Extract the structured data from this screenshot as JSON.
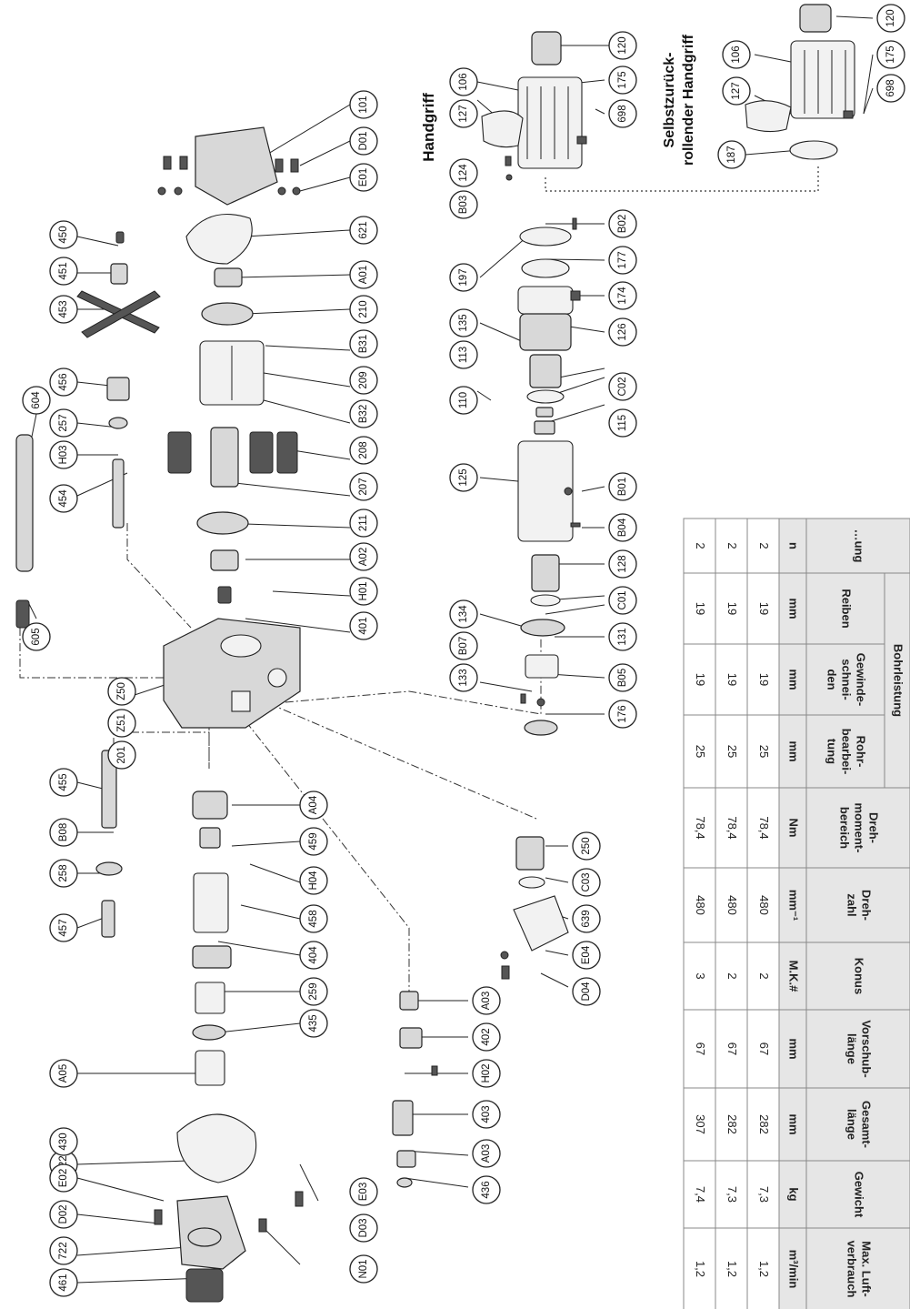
{
  "labels": {
    "handgriff": "Handgriff",
    "selbst_line1": "Selbstzurück-",
    "selbst_line2": "rollender Handgriff"
  },
  "bubbles": [
    "101",
    "D01",
    "E01",
    "621",
    "A01",
    "210",
    "B31",
    "209",
    "B32",
    "208",
    "207",
    "211",
    "A02",
    "H01",
    "401",
    "Z50",
    "Z51",
    "201",
    "605",
    "604",
    "450",
    "451",
    "453",
    "456",
    "257",
    "H03",
    "454",
    "455",
    "B08",
    "258",
    "457",
    "A04",
    "459",
    "H04",
    "458",
    "404",
    "259",
    "435",
    "A05",
    "622",
    "461",
    "722",
    "D02",
    "E02",
    "430",
    "N01",
    "D03",
    "E03",
    "A03",
    "402",
    "H02",
    "403",
    "A03",
    "436",
    "250",
    "C03",
    "639",
    "E04",
    "D04",
    "106",
    "127",
    "120",
    "175",
    "698",
    "124",
    "B03",
    "197",
    "B02",
    "177",
    "135",
    "174",
    "126",
    "113",
    "110",
    "C02",
    "115",
    "125",
    "B01",
    "B04",
    "128",
    "C01",
    "131",
    "134",
    "B07",
    "133",
    "B05",
    "176",
    "106",
    "127",
    "120",
    "175",
    "698",
    "187"
  ],
  "table": {
    "group_header": "Bohrleistung",
    "columns": [
      {
        "name": "…ung",
        "unit": "n"
      },
      {
        "name": "Reiben",
        "unit": "mm"
      },
      {
        "name": "Gewinde-schnei-den",
        "unit": "mm"
      },
      {
        "name": "Rohr-bearbei-tung",
        "unit": "mm"
      },
      {
        "name": "Dreh-moment-bereich",
        "unit": "Nm"
      },
      {
        "name": "Dreh-zahl",
        "unit": "mm⁻¹"
      },
      {
        "name": "Konus",
        "unit": "M.K.#"
      },
      {
        "name": "Vorschub-länge",
        "unit": "mm"
      },
      {
        "name": "Gesamt-länge",
        "unit": "mm"
      },
      {
        "name": "Gewicht",
        "unit": "kg"
      },
      {
        "name": "Max. Luft-verbrauch",
        "unit": "m³/min"
      }
    ],
    "rows": [
      [
        "2",
        "19",
        "19",
        "25",
        "78,4",
        "480",
        "2",
        "67",
        "282",
        "7,3",
        "1,2"
      ],
      [
        "2",
        "19",
        "19",
        "25",
        "78,4",
        "480",
        "2",
        "67",
        "282",
        "7,3",
        "1,2"
      ],
      [
        "2",
        "19",
        "19",
        "25",
        "78,4",
        "480",
        "3",
        "67",
        "307",
        "7,4",
        "1,2"
      ]
    ]
  }
}
